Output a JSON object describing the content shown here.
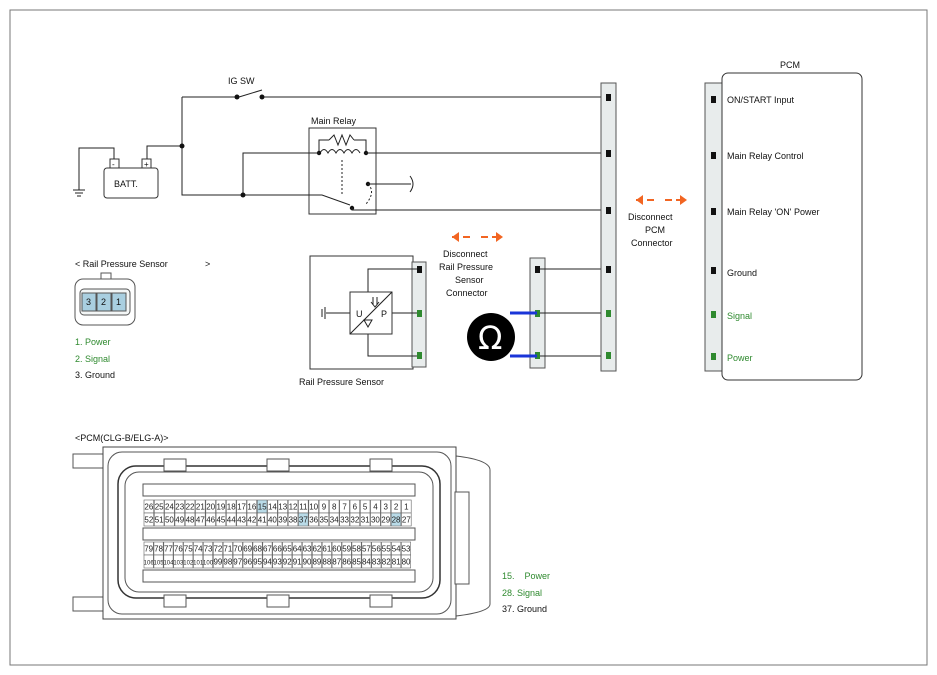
{
  "circuit": {
    "ig_sw": "IG SW",
    "batt": "BATT.",
    "batt_minus": "-",
    "batt_plus": "+",
    "main_relay": "Main Relay",
    "sensor_label": "Rail Pressure Sensor",
    "sensor_u": "U",
    "sensor_p": "P",
    "disconnect_sensor": [
      "Disconnect",
      "Rail Pressure",
      "Sensor",
      "Connector"
    ],
    "disconnect_pcm": [
      "Disconnect",
      "PCM",
      "Connector"
    ],
    "pcm_title": "PCM",
    "pcm_terminals": [
      "ON/START Input",
      "Main Relay Control",
      "Main Relay 'ON' Power",
      "Ground",
      "Signal",
      "Power"
    ],
    "ohm_symbol": "Ω"
  },
  "sensor_connector": {
    "title": "< Rail Pressure Sensor",
    "title_end": ">",
    "pins": [
      "3",
      "2",
      "1"
    ],
    "legend": [
      "1. Power",
      "2. Signal",
      "3. Ground"
    ]
  },
  "pcm_connector": {
    "title": "<PCM(CLG-B/ELG-A)>",
    "row1": [
      "26",
      "25",
      "24",
      "23",
      "22",
      "21",
      "20",
      "19",
      "18",
      "17",
      "16",
      "15",
      "14",
      "13",
      "12",
      "11",
      "10",
      "9",
      "8",
      "7",
      "6",
      "5",
      "4",
      "3",
      "2",
      "1"
    ],
    "row2": [
      "52",
      "51",
      "50",
      "49",
      "48",
      "47",
      "46",
      "45",
      "44",
      "43",
      "42",
      "41",
      "40",
      "39",
      "38",
      "37",
      "36",
      "35",
      "34",
      "33",
      "32",
      "31",
      "30",
      "29",
      "28",
      "27"
    ],
    "row3": [
      "79",
      "78",
      "77",
      "76",
      "75",
      "74",
      "73",
      "72",
      "71",
      "70",
      "69",
      "68",
      "67",
      "66",
      "65",
      "64",
      "63",
      "62",
      "61",
      "60",
      "59",
      "58",
      "57",
      "56",
      "55",
      "54",
      "53"
    ],
    "row4": [
      "106",
      "105",
      "104",
      "103",
      "102",
      "101",
      "100",
      "99",
      "98",
      "97",
      "96",
      "95",
      "94",
      "93",
      "92",
      "91",
      "90",
      "89",
      "88",
      "87",
      "86",
      "85",
      "84",
      "83",
      "82",
      "81",
      "80"
    ],
    "highlight": [
      "15",
      "28",
      "37"
    ],
    "legend": [
      "15.    Power",
      "28. Signal",
      "37. Ground"
    ]
  },
  "colors": {
    "accent_orange": "#f26522",
    "legend_green": "#2f8a2f",
    "meter_lead": "#1a35d8"
  }
}
